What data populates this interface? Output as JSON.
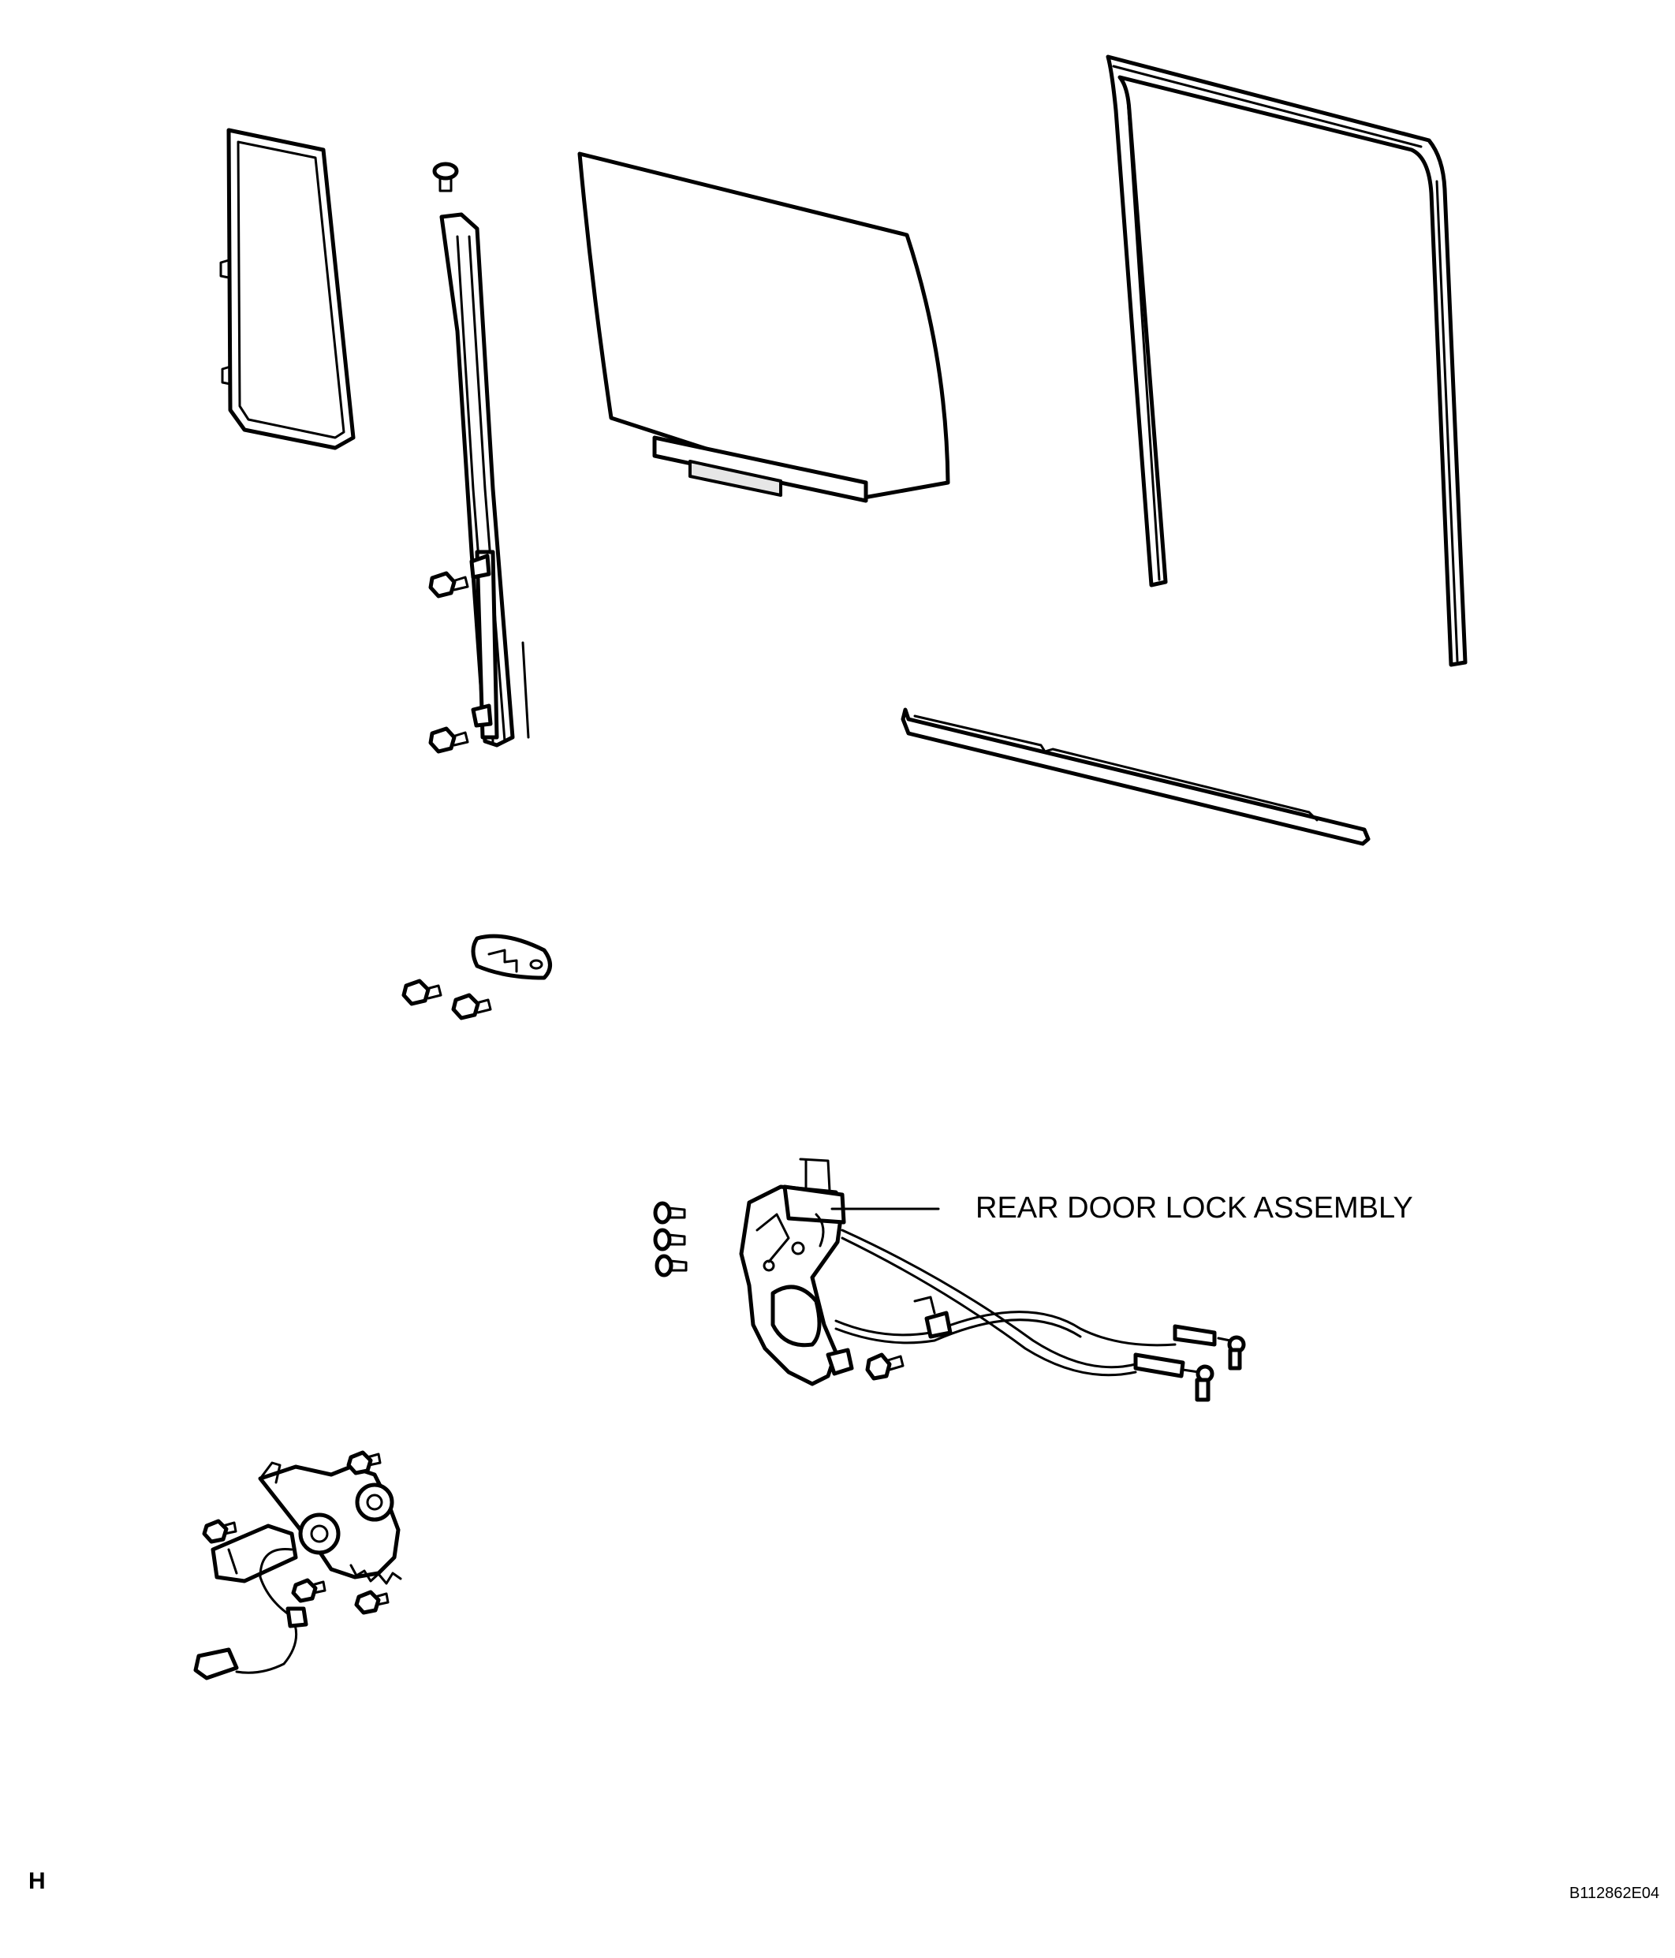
{
  "callouts": {
    "rear_door_lock_assembly": "REAR DOOR LOCK ASSEMBLY"
  },
  "footer": {
    "corner_letter": "H",
    "figure_code": "B112862E04"
  },
  "colors": {
    "line": "#000000",
    "background": "#ffffff",
    "shade": "#e6e6e6"
  }
}
